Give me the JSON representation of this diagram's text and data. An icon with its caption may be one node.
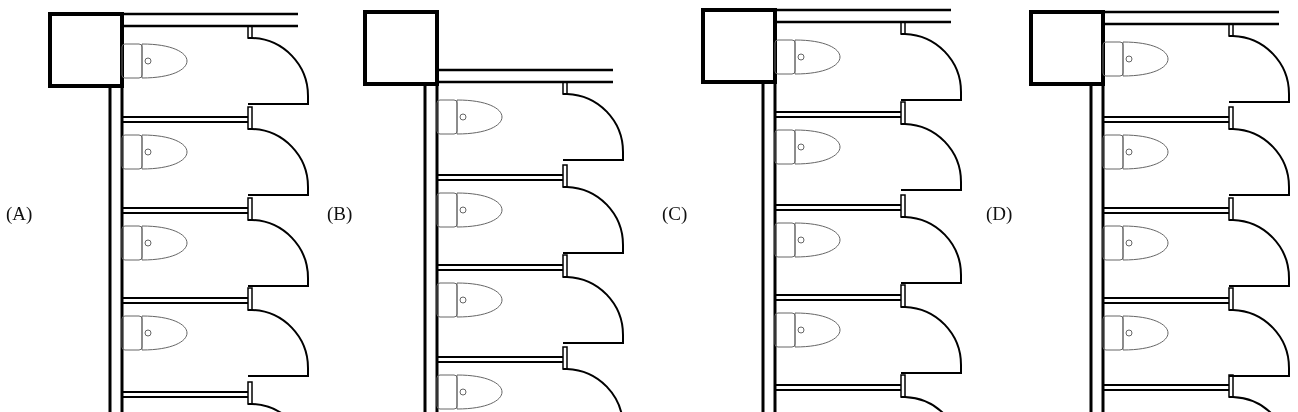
{
  "diagram": {
    "labels": [
      "(A)",
      "(B)",
      "(C)",
      "(D)"
    ]
  }
}
